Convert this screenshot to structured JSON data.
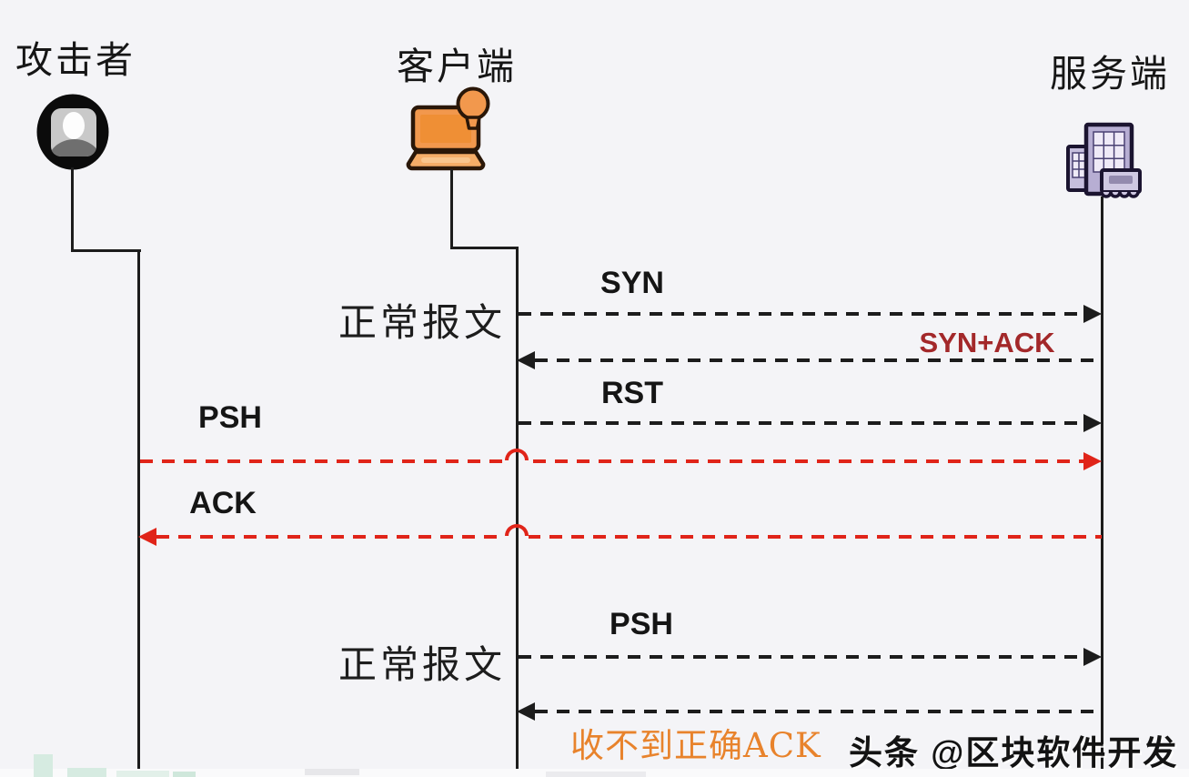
{
  "actors": {
    "attacker": {
      "label": "攻击者"
    },
    "client": {
      "label": "客户端"
    },
    "server": {
      "label": "服务端"
    }
  },
  "phases": {
    "normal_top": "正常报文",
    "normal_bottom": "正常报文"
  },
  "messages": {
    "syn": "SYN",
    "syn_ack": "SYN+ACK",
    "rst": "RST",
    "forged_psh": "PSH",
    "forged_ack": "ACK",
    "normal_psh": "PSH",
    "no_correct_ack": "收不到正确ACK"
  },
  "watermark": {
    "text": "头条 @区块软件开发"
  },
  "colors": {
    "background": "#f4f4f7",
    "line": "#1c1c1c",
    "attack_red": "#e02419",
    "syn_ack_red": "#a3282a",
    "warning_orange": "#e8832c",
    "client_orange": "#f2984d",
    "server_purple": "#b7aed3"
  }
}
